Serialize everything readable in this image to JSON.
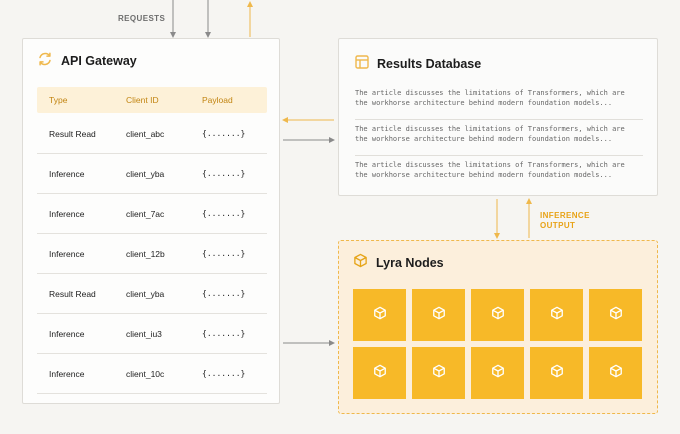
{
  "labels": {
    "requests": "REQUESTS",
    "inference_output_line1": "INFERENCE",
    "inference_output_line2": "OUTPUT"
  },
  "gateway": {
    "title": "API Gateway",
    "icon": "refresh-cycle-icon",
    "columns": [
      "Type",
      "Client ID",
      "Payload"
    ],
    "rows": [
      {
        "type": "Result Read",
        "client_id": "client_abc",
        "payload": "{.......}"
      },
      {
        "type": "Inference",
        "client_id": "client_yba",
        "payload": "{.......}"
      },
      {
        "type": "Inference",
        "client_id": "client_7ac",
        "payload": "{.......}"
      },
      {
        "type": "Inference",
        "client_id": "client_12b",
        "payload": "{.......}"
      },
      {
        "type": "Result Read",
        "client_id": "client_yba",
        "payload": "{.......}"
      },
      {
        "type": "Inference",
        "client_id": "client_iu3",
        "payload": "{.......}"
      },
      {
        "type": "Inference",
        "client_id": "client_10c",
        "payload": "{.......}"
      }
    ]
  },
  "results_db": {
    "title": "Results Database",
    "icon": "table-layout-icon",
    "entries": [
      "The article discusses the limitations of Transformers, which are the workhorse architecture behind modern foundation models...",
      "The article discusses the limitations of Transformers, which are the workhorse architecture behind modern foundation models...",
      "The article discusses the limitations of Transformers, which are the workhorse architecture behind modern foundation models..."
    ]
  },
  "lyra": {
    "title": "Lyra Nodes",
    "icon": "cube-icon",
    "node_icon": "cube-icon",
    "node_rows": 2,
    "node_cols": 5
  },
  "colors": {
    "accent": "#f7b928",
    "accent_line": "#efb84c",
    "header_text": "#c28512",
    "connector_gray": "#8a8a8a"
  }
}
